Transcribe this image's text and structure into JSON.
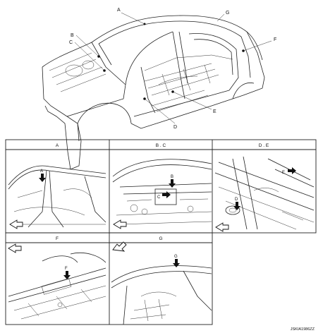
{
  "overview": {
    "callouts": [
      "A",
      "G",
      "B",
      "C",
      "F",
      "E",
      "D"
    ]
  },
  "panels": [
    {
      "title": "A",
      "markers": [
        "A"
      ]
    },
    {
      "title": "B . C",
      "markers": [
        "B",
        "C"
      ]
    },
    {
      "title": "D . E",
      "markers": [
        "E",
        "D"
      ]
    },
    {
      "title": "F",
      "markers": [
        "F"
      ]
    },
    {
      "title": "G",
      "markers": [
        "G"
      ]
    }
  ],
  "figure_id": "JSKIA1986ZZ"
}
